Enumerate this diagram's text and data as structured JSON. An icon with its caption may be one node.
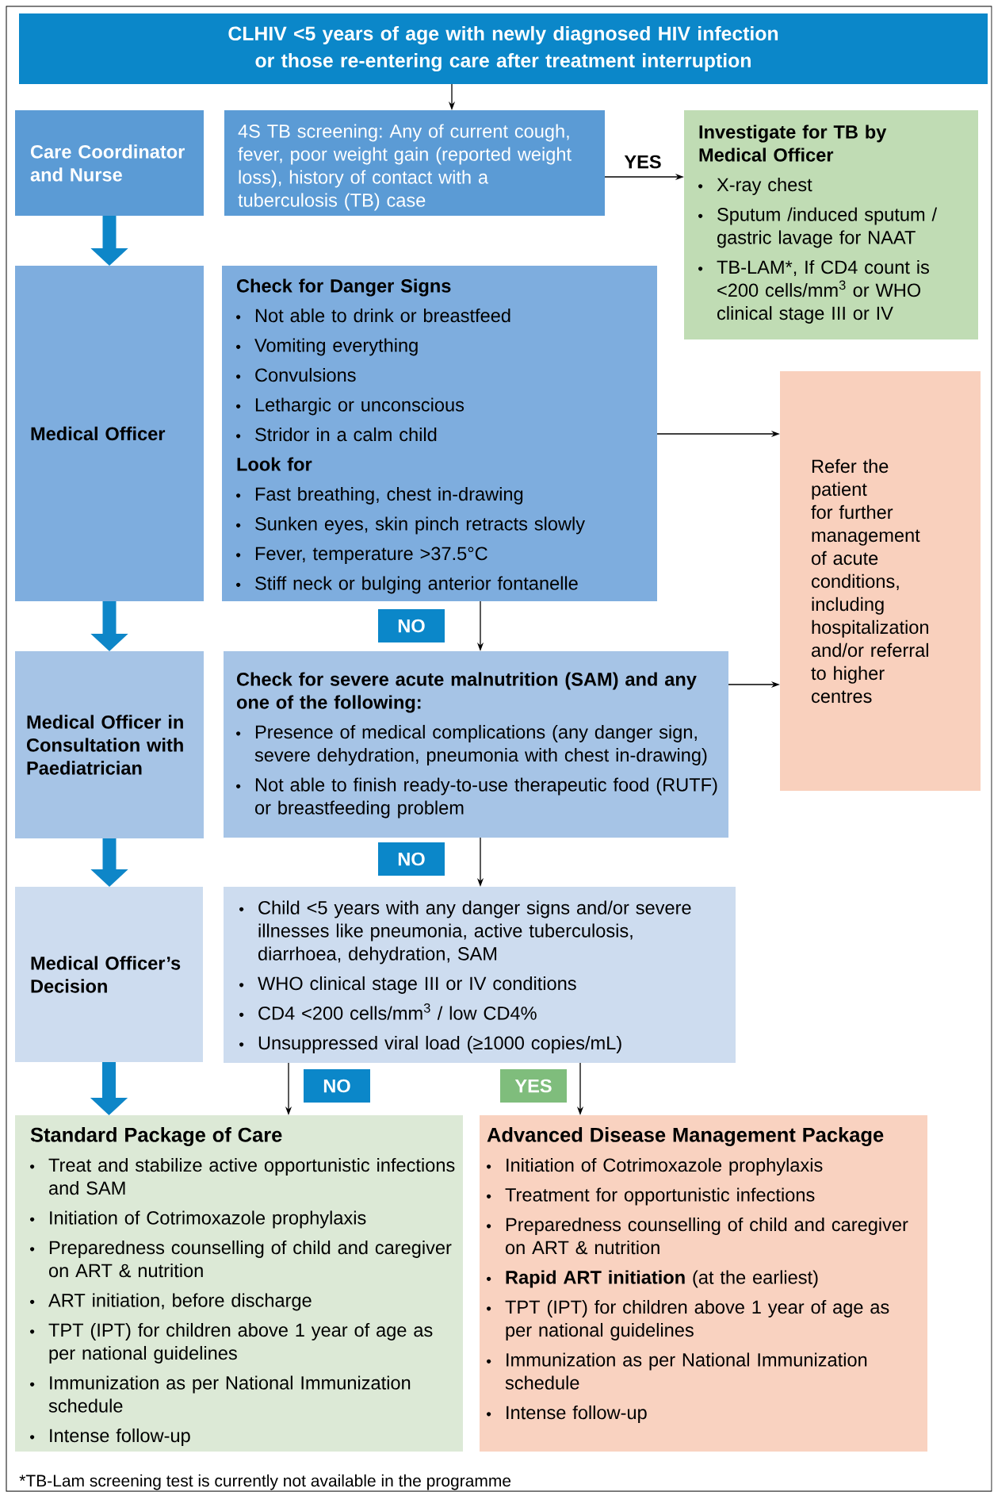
{
  "diagram": {
    "nodes": [
      {
        "text": [
          "CLHIV <5 years of age with newly diagnosed HIV infection or those re-entering care after treatment interruption"
        ]
      },
      {
        "text": [
          "Care Coordinator and Nurse"
        ]
      },
      {
        "text": [
          "4S TB screening: Any of current cough, fever, poor weight gain (reported weight loss), history of contact with a tuberculosis (TB) case"
        ]
      },
      {
        "text": [
          "Investigate for TB by Medical Officer",
          "X-ray chest",
          "Sputum /induced sputum / gastric lavage for NAAT",
          "TB-LAM*, If CD4 count is <200 cells/mm$^{3}$ or WHO clinical stage III or IV"
        ]
      },
      {
        "text": [
          "Medical Officer"
        ]
      },
      {
        "text": [
          "Check for Danger Signs",
          "Not able to drink or breastfeed",
          "Vomiting everything",
          "Convulsions",
          "Lethargic or unconscious",
          "Stridor in a calm child",
          "Look for",
          "Fast breathing, chest in-drawing",
          "Sunken eyes, skin pinch retracts slowly",
          "Fever, temperature >37.5°C",
          "Stiff neck or bulging anterior fontanelle"
        ]
      },
      {
        "text": [
          "Refer the patient for further management of acute conditions, including hospitalization and/or referral to higher centres"
        ]
      },
      {
        "text": [
          "Medical Officer in Consultation with Paediatrician"
        ]
      },
      {
        "text": [
          "Check for severe acute malnutrition (SAM) and any one of the following:",
          "Presence of medical complications (any danger sign, severe dehydration, pneumonia with chest in-drawing)",
          "Not able to finish ready-to-use therapeutic food (RUTF) or breastfeeding problem"
        ]
      },
      {
        "text": [
          "Medical Officer’s Decision"
        ]
      },
      {
        "text": [
          "Child <5 years with any danger signs and/or severe illnesses like pneumonia, active tuberculosis, diarrhoea, dehydration, SAM",
          "WHO clinical stage III or IV conditions",
          "CD4 <200 cells/mm$^{3}$ / low CD4%",
          "Unsuppressed viral load (≥1000 copies/mL)"
        ]
      },
      {
        "text": [
          "Standard Package of Care",
          "Treat and stabilize active opportunistic infections and SAM",
          "Initiation of Cotrimoxazole prophylaxis",
          "Preparedness counselling of child and caregiver on ART & nutrition",
          "ART initiation, before discharge",
          "TPT (IPT) for children above 1 year of age as per national guidelines",
          "Immunization as per National Immunization schedule",
          "Intense follow-up"
        ]
      },
      {
        "text": [
          "Advanced Disease Management Package",
          "Initiation of Cotrimoxazole prophylaxis",
          "Treatment for opportunistic infections",
          "Preparedness counselling of child and caregiver on ART & nutrition",
          "**Rapid ART initiation** (at the earliest)",
          "TPT (IPT) for children above 1 year of age as per national guidelines",
          "Immunization as per National Immunization schedule",
          "Intense follow-up"
        ]
      }
    ],
    "edges": [
      {
        "from": 0,
        "to": 2,
        "arrow": "to"
      },
      {
        "from": 2,
        "to": 3,
        "arrow": "to",
        "label": "YES"
      },
      {
        "from": 5,
        "to": 6,
        "arrow": "to"
      },
      {
        "from": 5,
        "to": 8,
        "arrow": "to",
        "label": "NO"
      },
      {
        "from": 8,
        "to": 6,
        "arrow": "to"
      },
      {
        "from": 8,
        "to": 10,
        "arrow": "to",
        "label": "NO"
      },
      {
        "from": 10,
        "to": 11,
        "arrow": "to",
        "label": "NO"
      },
      {
        "from": 10,
        "to": 12,
        "arrow": "to",
        "label": "YES"
      },
      {
        "from": 1,
        "to": 4,
        "arrow": "to",
        "style": "thick",
        "color": "#0e86c8"
      },
      {
        "from": 4,
        "to": 7,
        "arrow": "to",
        "style": "thick",
        "color": "#0e86c8"
      },
      {
        "from": 7,
        "to": 9,
        "arrow": "to",
        "style": "thick",
        "color": "#0e86c8"
      },
      {
        "from": 9,
        "to": 11,
        "arrow": "to",
        "style": "thick",
        "color": "#0e86c8"
      }
    ],
    "labels": [
      "*TB-Lam screening test is currently not available in the programme"
    ]
  }
}
